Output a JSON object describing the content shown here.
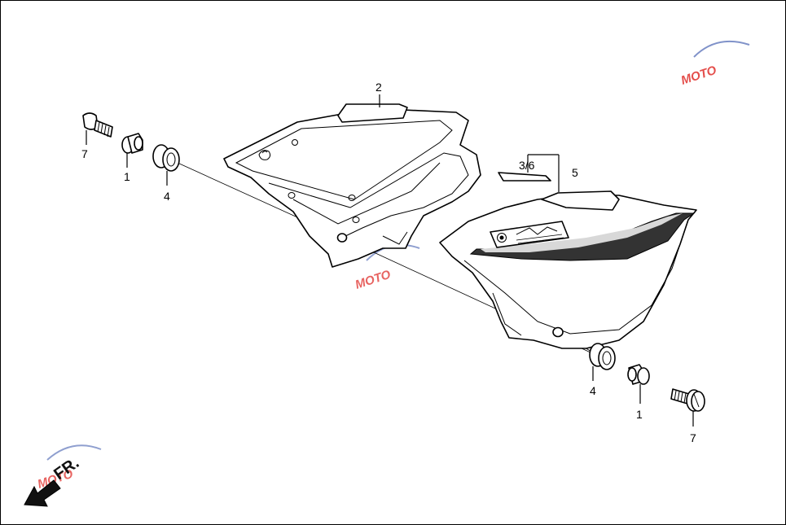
{
  "callouts": {
    "left_bolt": "7",
    "left_collar": "1",
    "left_grommet": "4",
    "left_cover": "2",
    "emblem": "3/6",
    "right_cover": "5",
    "right_grommet": "4",
    "right_collar": "1",
    "right_bolt": "7"
  },
  "direction_label": "FR.",
  "watermark": {
    "text": "MOTO",
    "color": "#e0302c"
  },
  "colors": {
    "frame": "#000000",
    "stripe_dark": "#333333",
    "stripe_light": "#d8d8d8",
    "watermark_red": "#e0302c",
    "watermark_blue": "#6a7fc0"
  }
}
